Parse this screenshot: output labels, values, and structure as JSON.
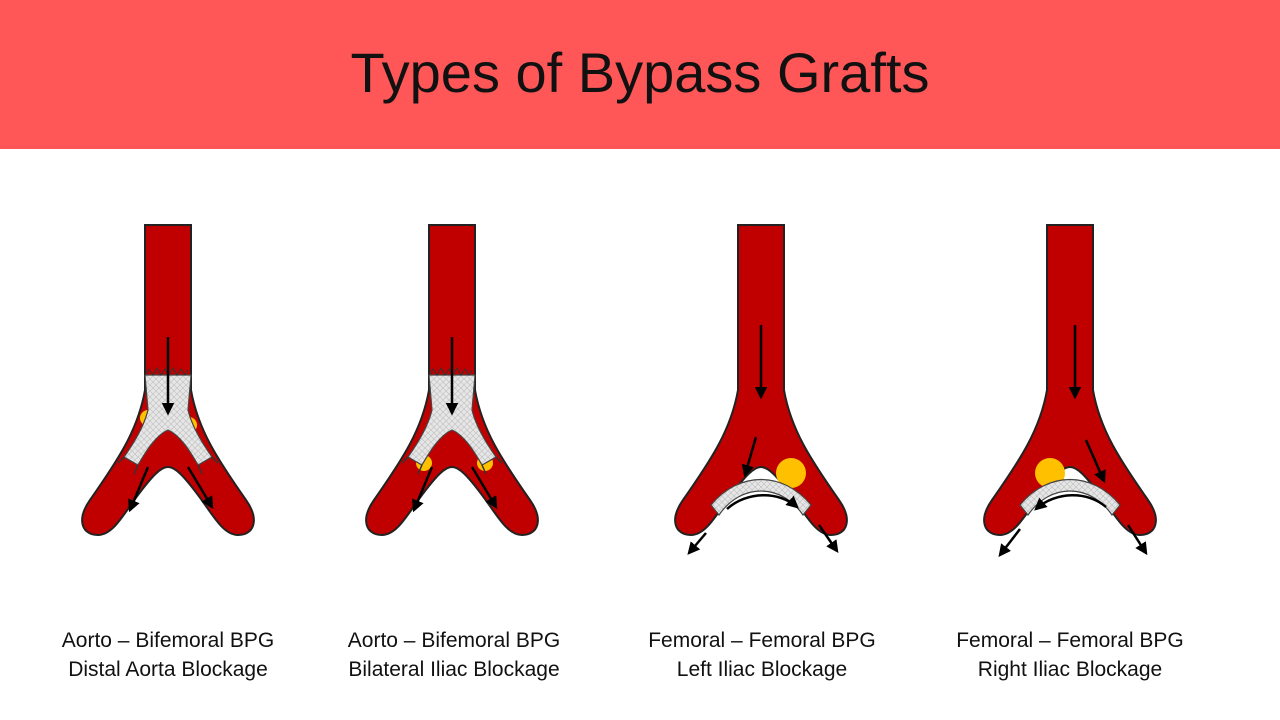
{
  "title": "Types of Bypass Grafts",
  "colors": {
    "header": "#ff5757",
    "artery": "#c00000",
    "graft": "#e6e6e6",
    "plaque": "#ffc000"
  },
  "panels": [
    {
      "line1": "Aorto – Bifemoral BPG",
      "line2": "Distal Aorta Blockage"
    },
    {
      "line1": "Aorto – Bifemoral BPG",
      "line2": "Bilateral Iliac Blockage"
    },
    {
      "line1": "Femoral – Femoral BPG",
      "line2": "Left Iliac Blockage"
    },
    {
      "line1": "Femoral – Femoral BPG",
      "line2": "Right Iliac Blockage"
    }
  ]
}
